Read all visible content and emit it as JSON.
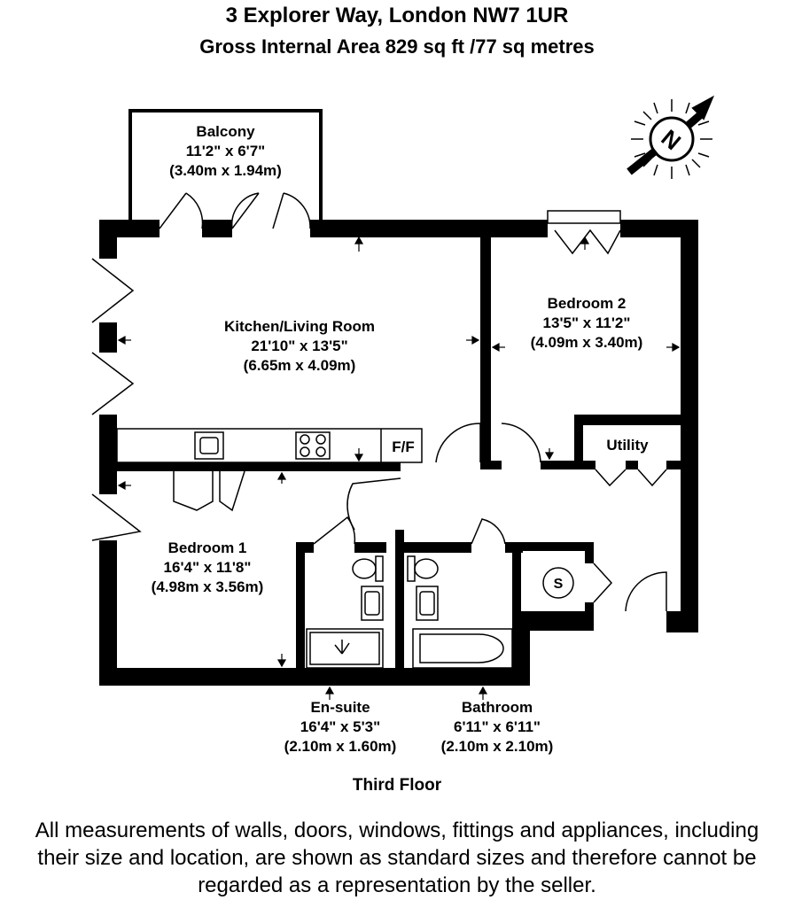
{
  "header": {
    "address": "3 Explorer Way, London NW7 1UR",
    "area": "Gross Internal Area  829 sq ft /77 sq metres"
  },
  "rooms": {
    "balcony": {
      "name": "Balcony",
      "imperial": "11'2\" x 6'7\"",
      "metric": "(3.40m x 1.94m)"
    },
    "kitchen": {
      "name": "Kitchen/Living Room",
      "imperial": "21'10\" x 13'5\"",
      "metric": "(6.65m x 4.09m)"
    },
    "bedroom2": {
      "name": "Bedroom 2",
      "imperial": "13'5\" x 11'2\"",
      "metric": "(4.09m x 3.40m)"
    },
    "utility": {
      "name": "Utility"
    },
    "bedroom1": {
      "name": "Bedroom 1",
      "imperial": "16'4\" x 11'8\"",
      "metric": "(4.98m x 3.56m)"
    },
    "ensuite": {
      "name": "En-suite",
      "imperial": "16'4\" x 5'3\"",
      "metric": "(2.10m x 1.60m)"
    },
    "bathroom": {
      "name": "Bathroom",
      "imperial": "6'11\" x 6'11\"",
      "metric": "(2.10m x 2.10m)"
    }
  },
  "fixtures": {
    "fridge_freezer": "F/F",
    "cylinder": "S",
    "compass": "N"
  },
  "floor": "Third Floor",
  "disclaimer": {
    "line1": "All measurements of walls, doors, windows, fittings and appliances, including",
    "line2": "their size and location, are shown as standard sizes and therefore cannot be",
    "line3": "regarded as a representation by the seller."
  }
}
